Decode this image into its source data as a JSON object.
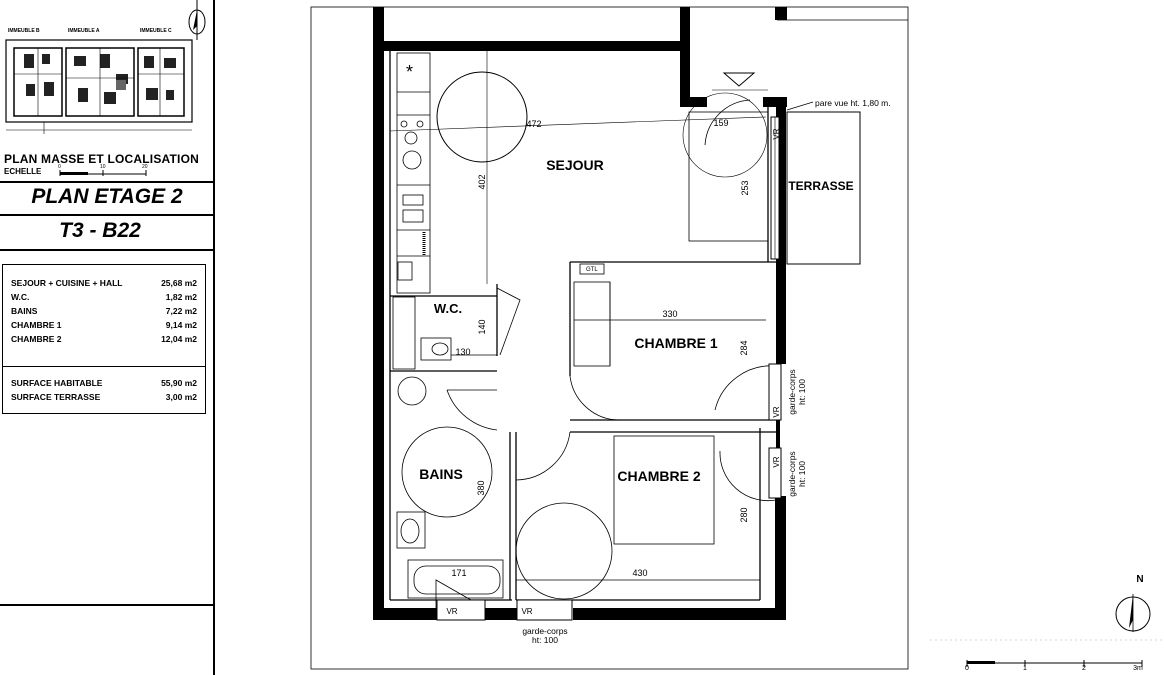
{
  "siteplan": {
    "buildings": [
      "IMMEUBLE B",
      "IMMEUBLE A",
      "IMMEUBLE C"
    ],
    "title": "PLAN MASSE ET LOCALISATION",
    "scale_label": "ECHELLE",
    "scale_ticks": [
      "0",
      "10",
      "20"
    ]
  },
  "floor_title": "PLAN ETAGE 2",
  "unit_title": "T3 - B22",
  "areas": [
    {
      "name": "SEJOUR + CUISINE + HALL",
      "value": "25,68 m2"
    },
    {
      "name": "W.C.",
      "value": "1,82 m2"
    },
    {
      "name": "BAINS",
      "value": "7,22 m2"
    },
    {
      "name": "CHAMBRE 1",
      "value": "9,14 m2"
    },
    {
      "name": "CHAMBRE 2",
      "value": "12,04 m2"
    }
  ],
  "totals": [
    {
      "name": "SURFACE HABITABLE",
      "value": "55,90 m2"
    },
    {
      "name": "SURFACE TERRASSE",
      "value": "3,00 m2"
    }
  ],
  "plan": {
    "rooms": {
      "sejour": "SEJOUR",
      "terrasse": "TERRASSE",
      "wc": "W.C.",
      "chambre1": "CHAMBRE 1",
      "chambre2": "CHAMBRE 2",
      "bains": "BAINS"
    },
    "dims": {
      "d472": "472",
      "d159": "159",
      "d402": "402",
      "d253": "253",
      "d330": "330",
      "d140": "140",
      "d130": "130",
      "d284": "284",
      "d380": "380",
      "d280": "280",
      "d171": "171",
      "d430": "430"
    },
    "labels": {
      "pare_vue": "pare vue ht. 1,80 m.",
      "vr": "VR",
      "gtl": "GTL",
      "garde_corps": "garde-corps",
      "ht100": "ht: 100"
    }
  },
  "compass": {
    "north": "N"
  },
  "scalebar": {
    "ticks": [
      "0",
      "1",
      "2",
      "3m"
    ]
  }
}
